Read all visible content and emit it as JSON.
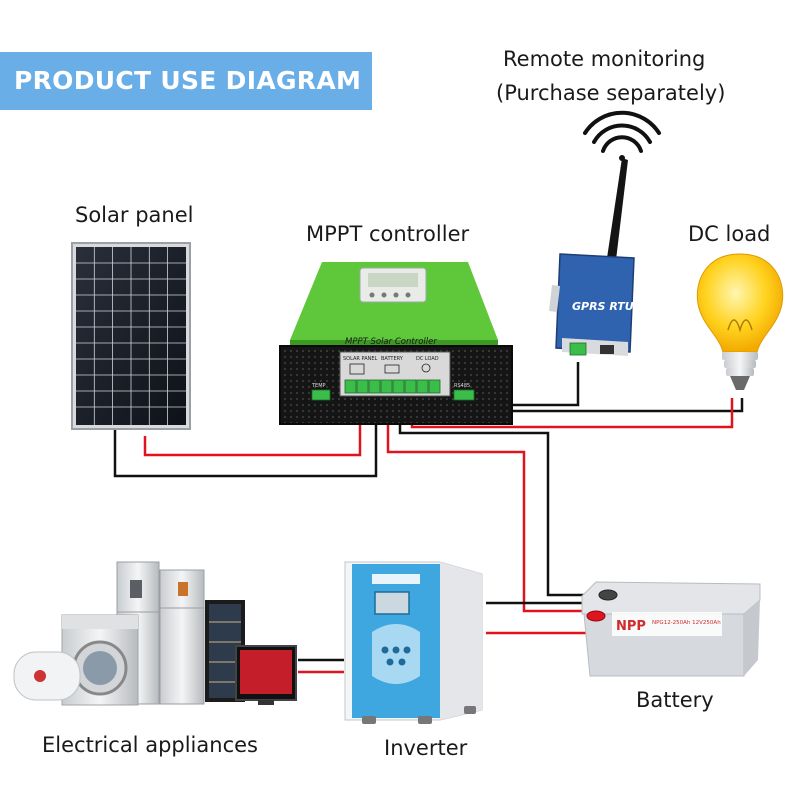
{
  "banner": {
    "title": "PRODUCT USE DIAGRAM"
  },
  "labels": {
    "solar_panel": "Solar panel",
    "mppt_controller": "MPPT controller",
    "remote_line1": "Remote monitoring",
    "remote_line2": "(Purchase separately)",
    "dc_load": "DC load",
    "electrical_appliances": "Electrical appliances",
    "inverter": "Inverter",
    "battery": "Battery"
  },
  "device_text": {
    "controller_name": "MPPT Solar Controller",
    "terminal_solar": "SOLAR PANEL",
    "terminal_battery": "BATTERY",
    "terminal_dcload": "DC LOAD",
    "temp": "TEMP",
    "rs485": "RS485",
    "rtu_name": "GPRS RTU",
    "battery_brand": "NPP",
    "battery_model": "NPG12-250Ah 12V250Ah"
  },
  "colors": {
    "banner": "#6aaee8",
    "controller_green": "#5fc83a",
    "controller_body": "#1c1c1c",
    "rtu_blue": "#2f63b0",
    "wire_red": "#e0141e",
    "wire_black": "#111111",
    "bulb_yellow": "#ffd21e"
  },
  "icons": [
    "wifi-signal-icon",
    "lightbulb-icon",
    "solar-panel-icon",
    "battery-icon",
    "inverter-icon",
    "appliances-icon"
  ]
}
